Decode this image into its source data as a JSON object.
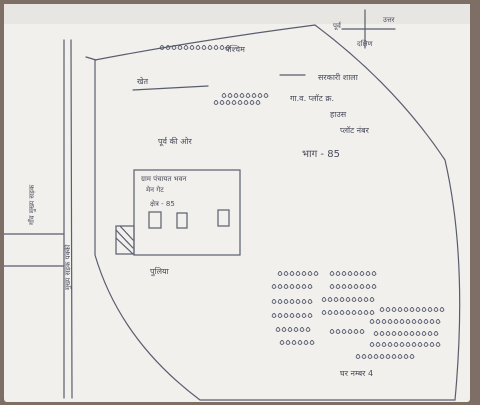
{
  "colors": {
    "paper": "#f1f0ed",
    "ink": "#55586a",
    "background": "#7d6f66"
  },
  "compass": {
    "north": "उत्तर",
    "south": "दक्षिण",
    "east": "पूर्व"
  },
  "top_label": "पश्चिम",
  "field_label": "खेत",
  "right_block": {
    "line1": "सरकारी शाला",
    "line2": "गा.व. प्लॉट क्र.",
    "line3": "हाउस",
    "line4": "प्लॉट नंबर",
    "area": "भाग - 85"
  },
  "east_side": "पूर्व की ओर",
  "building": {
    "line1": "ग्राम पंचायत भवन",
    "line2": "मेन गेट",
    "line3": "क्षेत्र - 85"
  },
  "road_left": "गाँव मुख्य सड़क",
  "road_mid": "मुख्य सड़क पक्की",
  "below_building": "पुलिया",
  "bottom_note": "घर नम्बर 4"
}
